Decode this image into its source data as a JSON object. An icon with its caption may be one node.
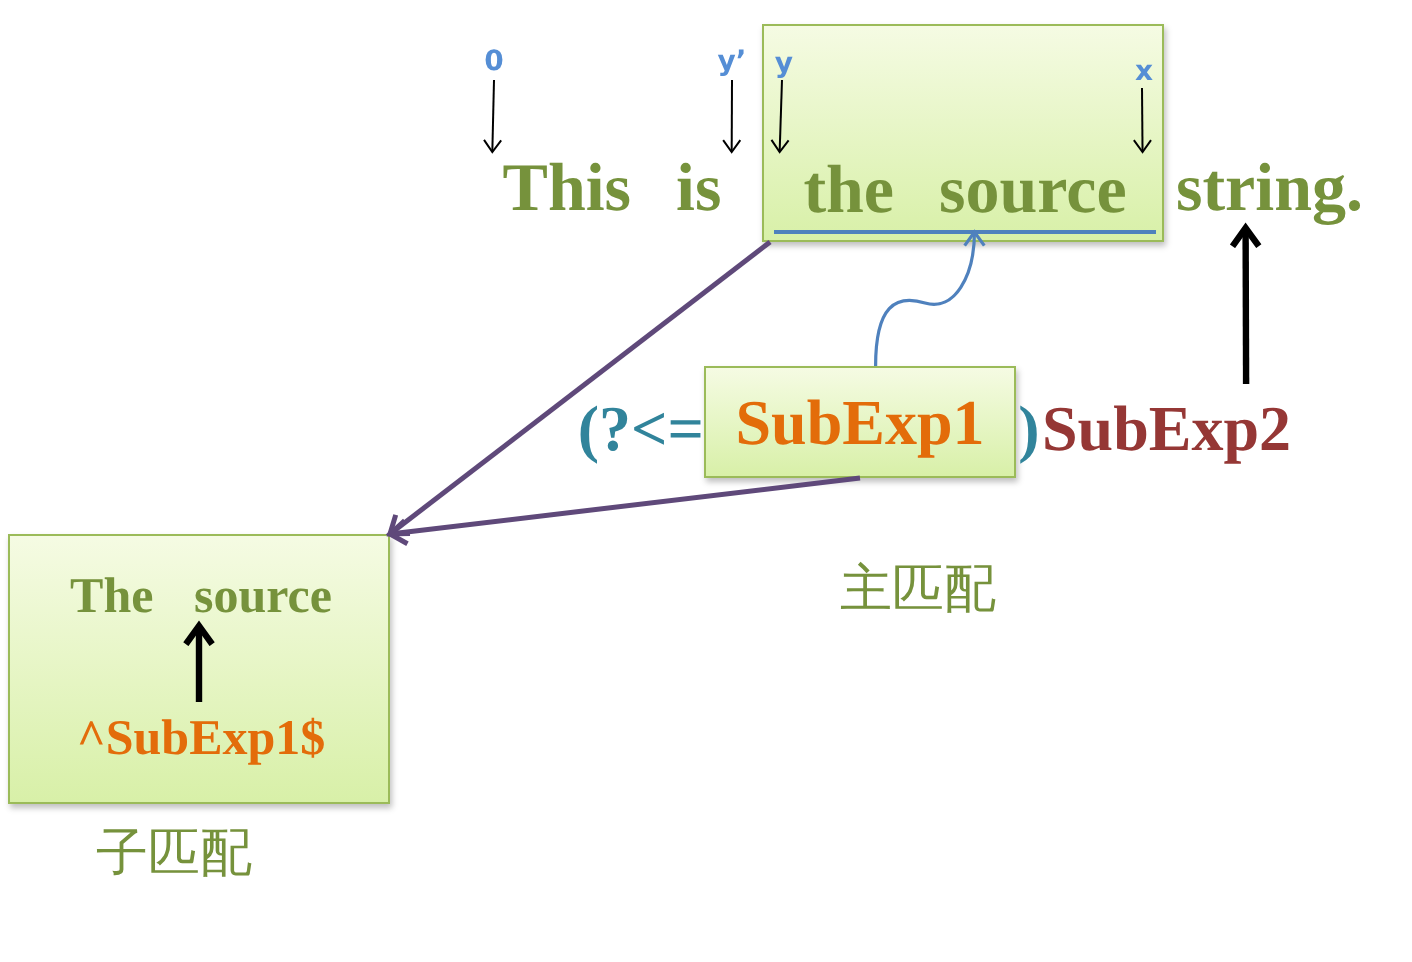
{
  "diagram": {
    "nodes": [
      {
        "text": [
          "This is"
        ]
      },
      {
        "text": [],
        "shape": "box"
      },
      {
        "text": [
          "the source"
        ],
        "in": 1
      },
      {
        "text": [
          "string."
        ]
      },
      {
        "text": [
          "0"
        ]
      },
      {
        "text": [
          "y’"
        ]
      },
      {
        "text": [
          "y"
        ],
        "in": 1
      },
      {
        "text": [
          "x"
        ],
        "in": 1
      },
      {
        "text": [
          "(?<="
        ]
      },
      {
        "text": [
          "SubExp1"
        ]
      },
      {
        "text": [
          ")"
        ]
      },
      {
        "text": [
          "SubExp2"
        ]
      },
      {
        "text": [],
        "shape": "box",
        "beside": [
          "子匹配"
        ]
      },
      {
        "text": [
          "The source"
        ],
        "in": 12
      },
      {
        "text": [
          "^SubExp1$"
        ],
        "in": 12
      }
    ],
    "edges": [
      {
        "from": 4,
        "to": 0,
        "arrow": "to"
      },
      {
        "from": 5,
        "to": 0,
        "arrow": "to"
      },
      {
        "from": 6,
        "to": 2,
        "arrow": "to"
      },
      {
        "from": 7,
        "to": 2,
        "arrow": "to"
      },
      {
        "from": 9,
        "to": 2,
        "arrow": "to",
        "color": "#4f81bd"
      },
      {
        "from": 11,
        "to": 3,
        "arrow": "to",
        "style": "thick"
      },
      {
        "from": 1,
        "to": 12,
        "arrow": "to",
        "color": "#5f497a"
      },
      {
        "from": 9,
        "to": 12,
        "arrow": "to",
        "color": "#5f497a"
      },
      {
        "from": 14,
        "to": 13,
        "arrow": "to",
        "style": "thick"
      }
    ],
    "labels": [
      "主匹配"
    ]
  }
}
